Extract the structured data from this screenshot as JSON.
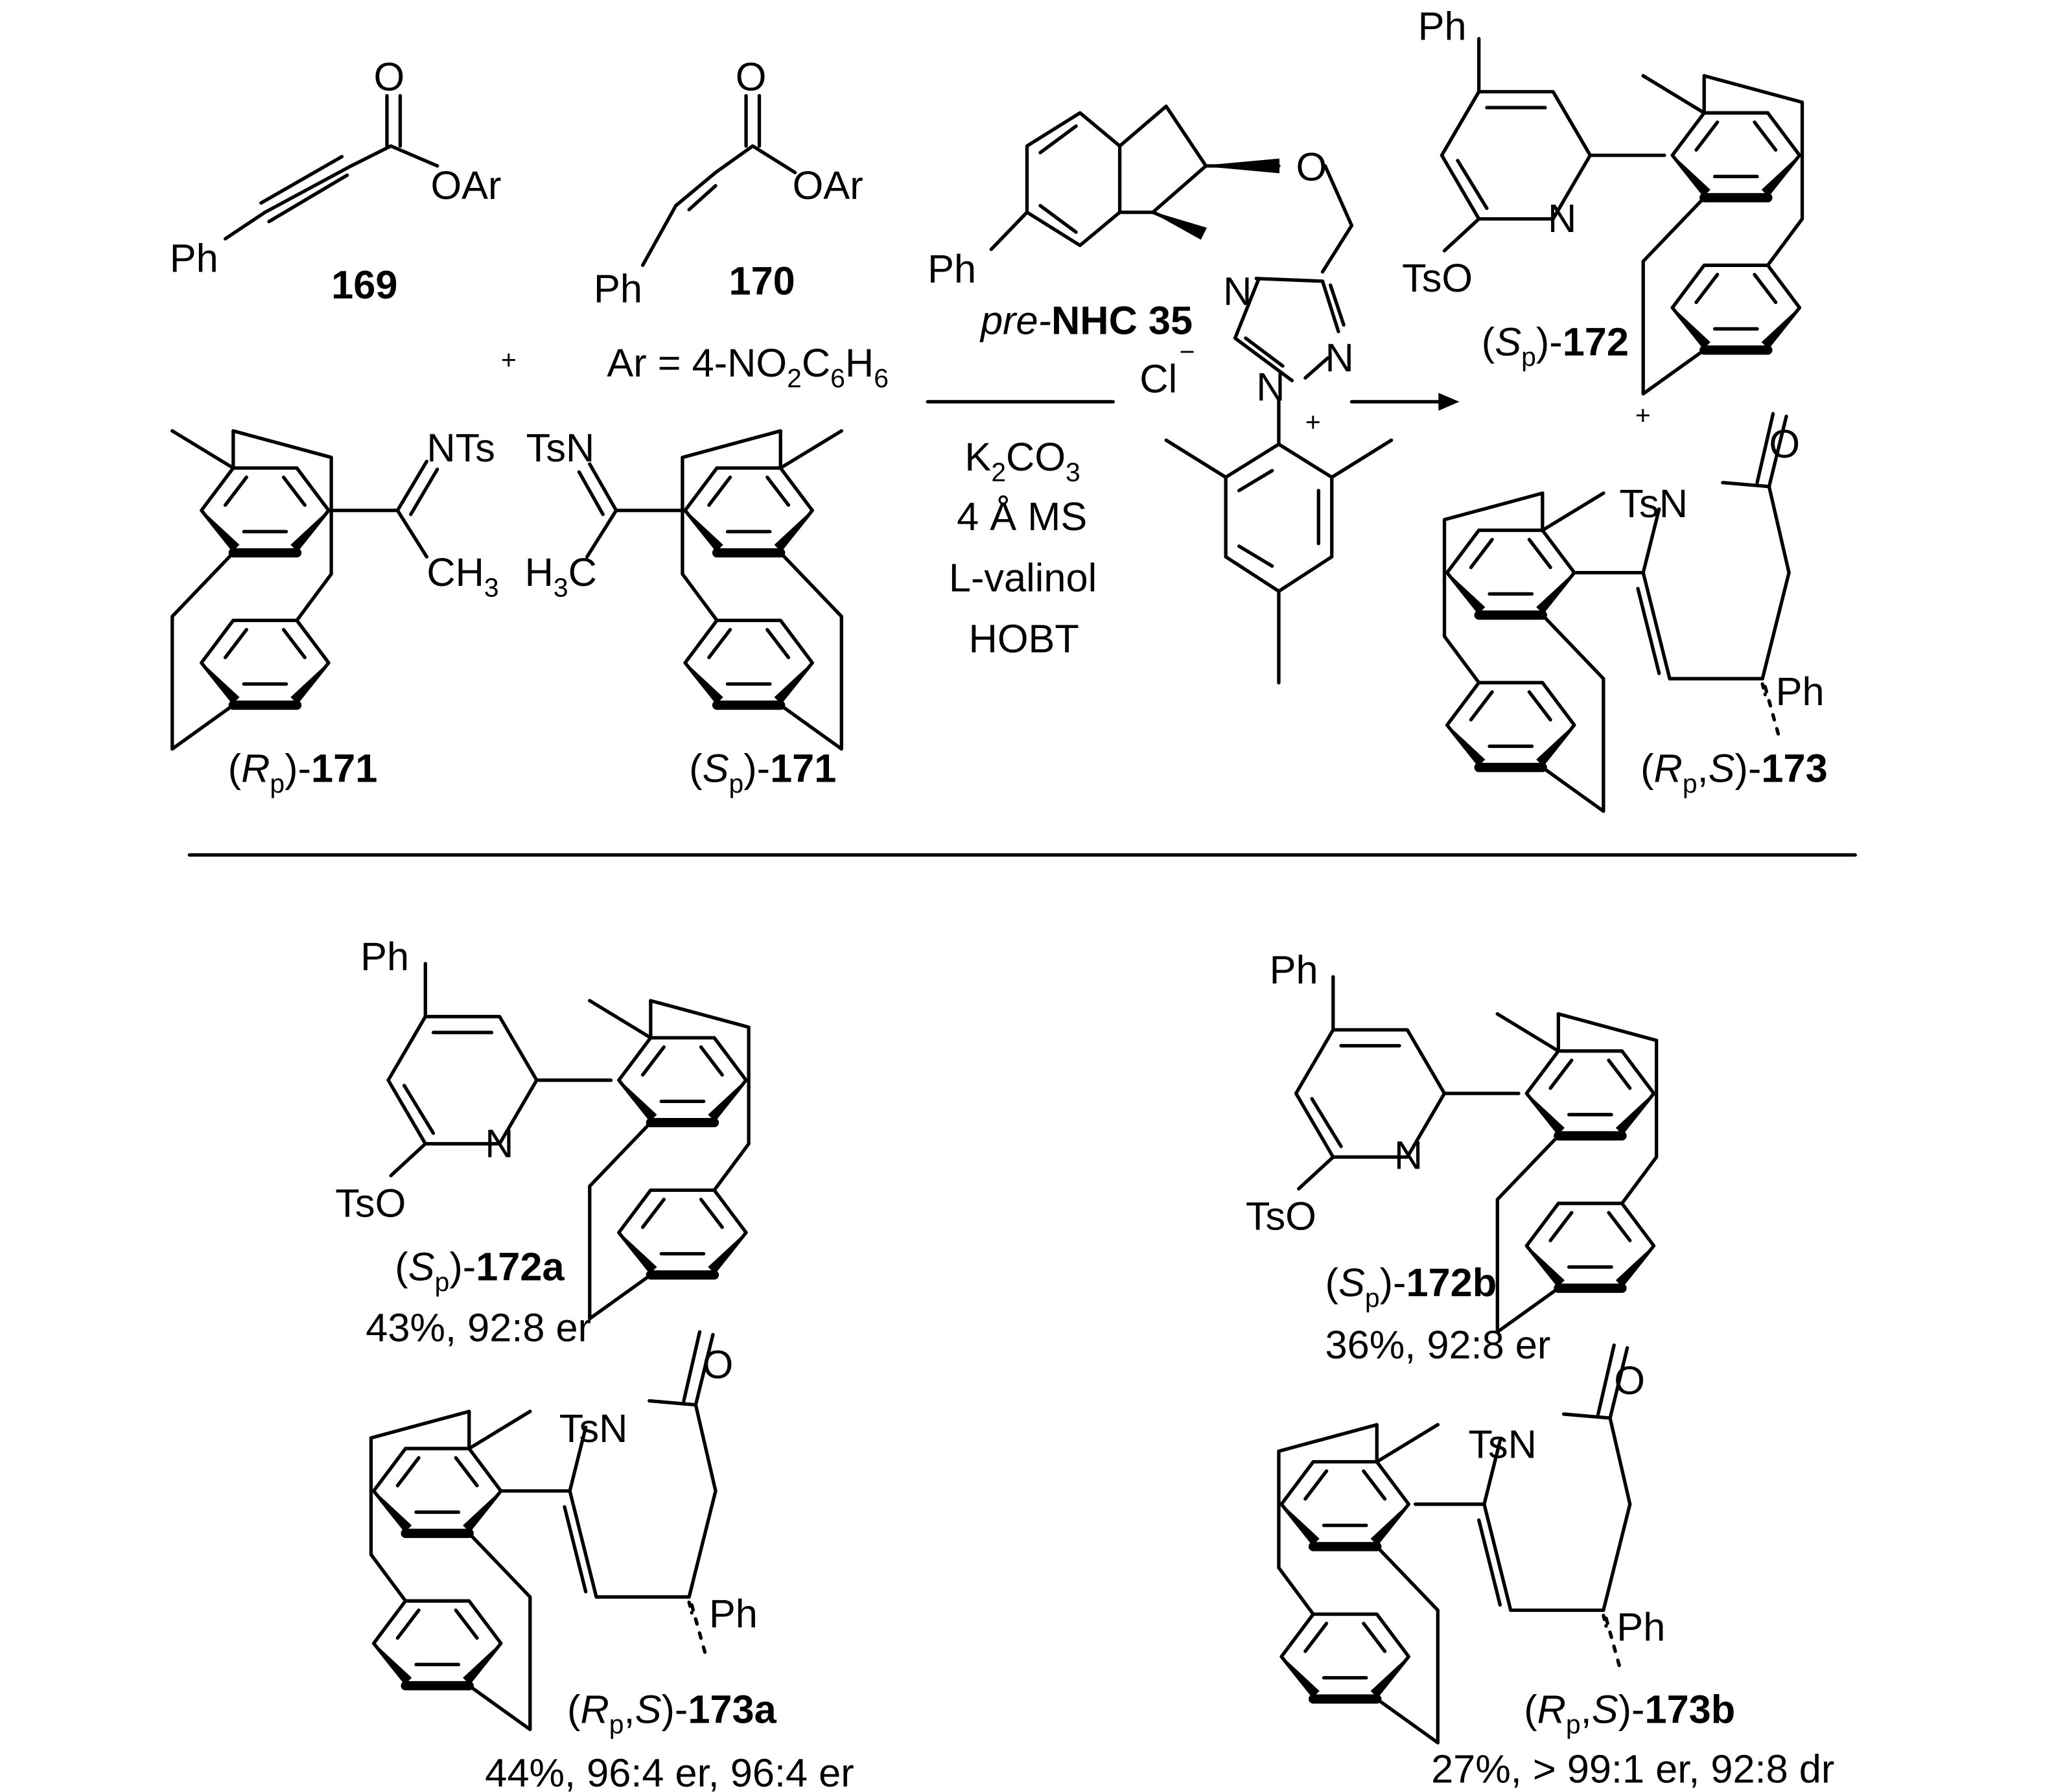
{
  "reactants": {
    "r169": {
      "o": "O",
      "oar": "OAr",
      "ph": "Ph",
      "num": "169"
    },
    "r170": {
      "o": "O",
      "oar": "OAr",
      "ph": "Ph",
      "num": "170"
    },
    "plus": "+",
    "ar_def": {
      "a": "Ar = 4-NO",
      "s1": "2",
      "b": "C",
      "s2": "6",
      "c": "H",
      "s3": "6"
    },
    "rp171": {
      "nts": "NTs",
      "ch": "CH",
      "three": "3",
      "open": "(",
      "config": "R",
      "sub": "p",
      "close": ")-",
      "num": "171"
    },
    "sp171": {
      "tsn": "TsN",
      "h": "H",
      "three": "3",
      "c": "C",
      "open": "(",
      "config": "S",
      "sub": "p",
      "close": ")-",
      "num": "171"
    }
  },
  "catalyst": {
    "pre": "pre-",
    "name": "NHC 35",
    "cl": "Cl",
    "minus": "−",
    "n1": "N",
    "n2": "N",
    "n3": "N",
    "plus": "+",
    "o": "O",
    "ph": "Ph"
  },
  "conditions": {
    "k": "K",
    "k_sub": "2",
    "co": "CO",
    "co_sub": "3",
    "ms": "4 Å MS",
    "valinol": "L-valinol",
    "hobt": "HOBT"
  },
  "products_top": {
    "p172": {
      "ph": "Ph",
      "n": "N",
      "tso": "TsO",
      "open": "(",
      "config": "S",
      "sub": "p",
      "close": ")-",
      "num": "172"
    },
    "plus": "+",
    "p173": {
      "tsn": "TsN",
      "o": "O",
      "ph": "Ph",
      "open": "(",
      "config": "R",
      "sub": "p",
      "mid": ",",
      "config2": "S",
      "close": ")-",
      "num": "173"
    }
  },
  "results": [
    {
      "ph": "Ph",
      "n": "N",
      "tso": "TsO",
      "open": "(",
      "config": "S",
      "sub": "p",
      "close": ")-",
      "num": "172a",
      "result": "43%, 92:8 er"
    },
    {
      "ph": "Ph",
      "n": "N",
      "tso": "TsO",
      "open": "(",
      "config": "S",
      "sub": "p",
      "close": ")-",
      "num": "172b",
      "result": "36%, 92:8 er"
    },
    {
      "tsn": "TsN",
      "o": "O",
      "ph": "Ph",
      "open": "(",
      "config": "R",
      "sub": "p",
      "mid": ",",
      "config2": "S",
      "close": ")-",
      "num": "173a",
      "result": "44%, 96:4 er, 96:4 er"
    },
    {
      "tsn": "TsN",
      "o": "O",
      "ph": "Ph",
      "open": "(",
      "config": "R",
      "sub": "p",
      "mid": ",",
      "config2": "S",
      "close": ")-",
      "num": "173b",
      "result": "27%, > 99:1 er, 92:8 dr"
    }
  ]
}
